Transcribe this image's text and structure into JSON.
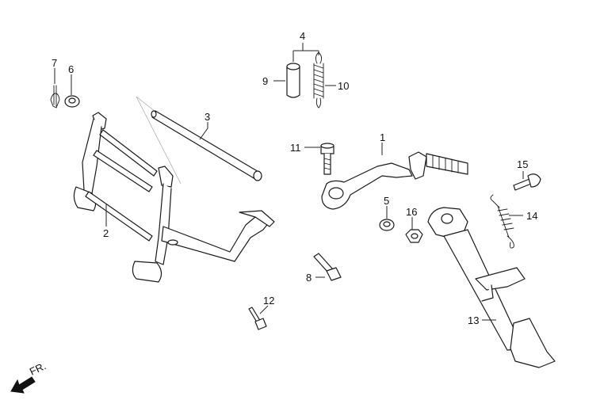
{
  "diagram": {
    "callouts": [
      "1",
      "2",
      "3",
      "4",
      "5",
      "6",
      "7",
      "8",
      "9",
      "10",
      "11",
      "12",
      "13",
      "14",
      "15",
      "16"
    ],
    "front_indicator": "FR."
  }
}
